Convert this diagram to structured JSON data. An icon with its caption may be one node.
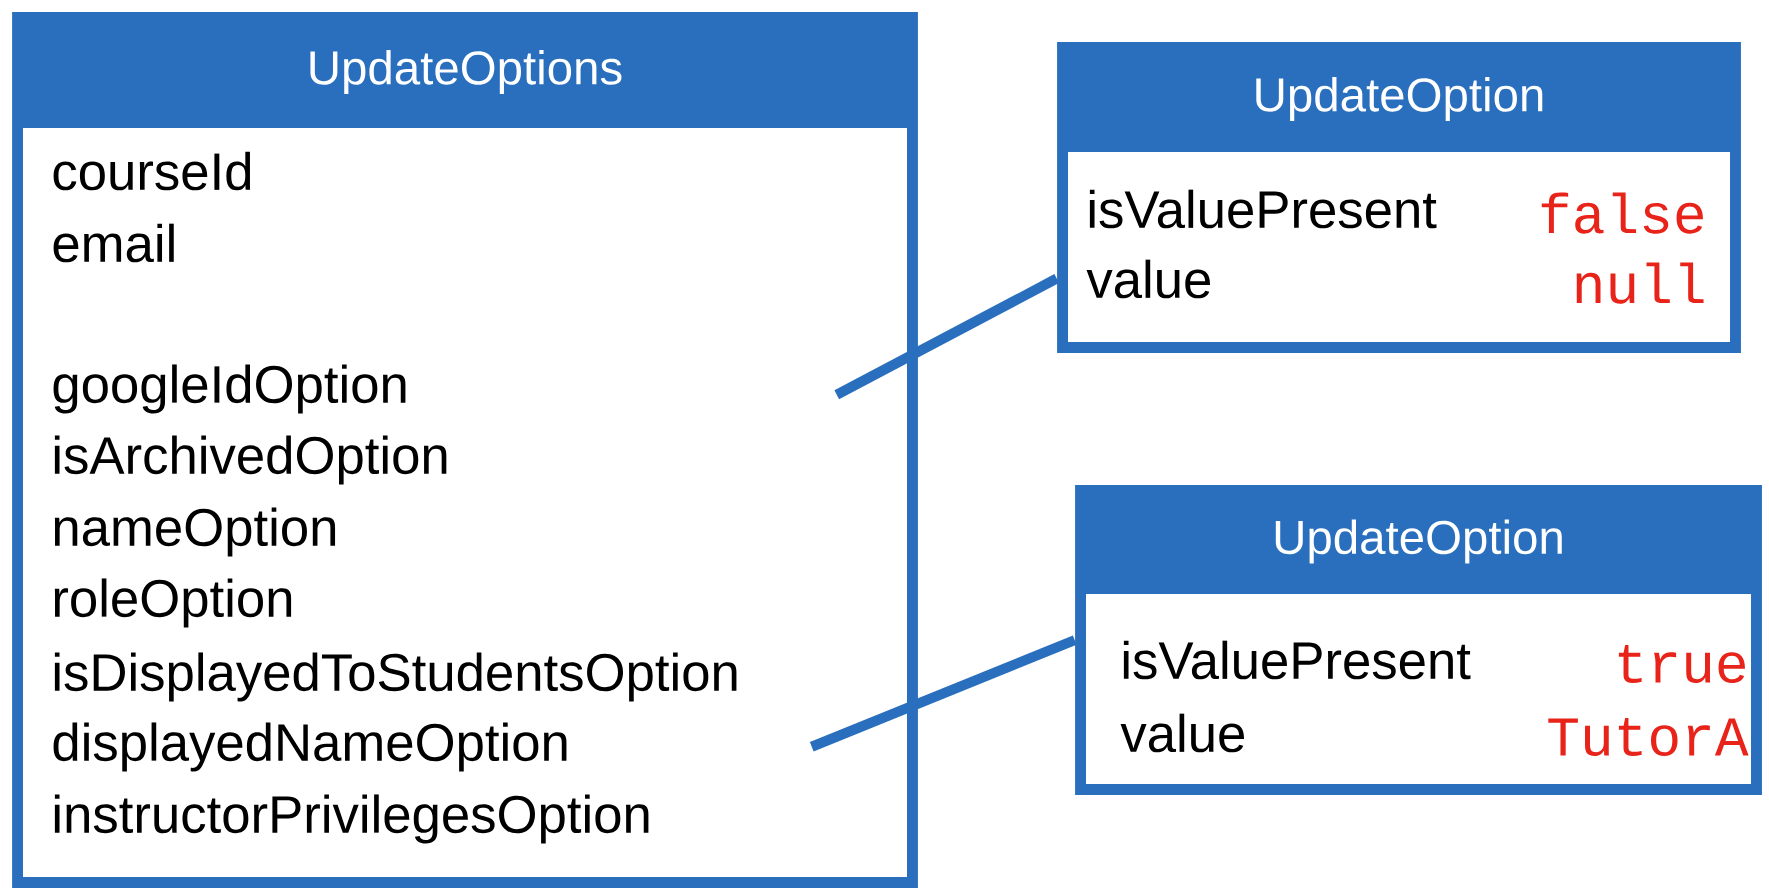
{
  "diagram": {
    "nodes": [
      {
        "text": [
          "UpdateOptions",
          "courseId",
          "email",
          "googleIdOption",
          "isArchivedOption",
          "nameOption",
          "roleOption",
          "isDisplayedToStudentsOption",
          "displayedNameOption",
          "instructorPrivilegesOption"
        ]
      },
      {
        "text": [
          "UpdateOption",
          "isValuePresent",
          "false",
          "value",
          "null"
        ]
      },
      {
        "text": [
          "UpdateOption",
          "isValuePresent",
          "true",
          "value",
          "TutorA"
        ]
      }
    ],
    "edges": [
      {
        "from": 0,
        "to": 1,
        "arrow": "none"
      },
      {
        "from": 0,
        "to": 2,
        "arrow": "none"
      }
    ]
  }
}
